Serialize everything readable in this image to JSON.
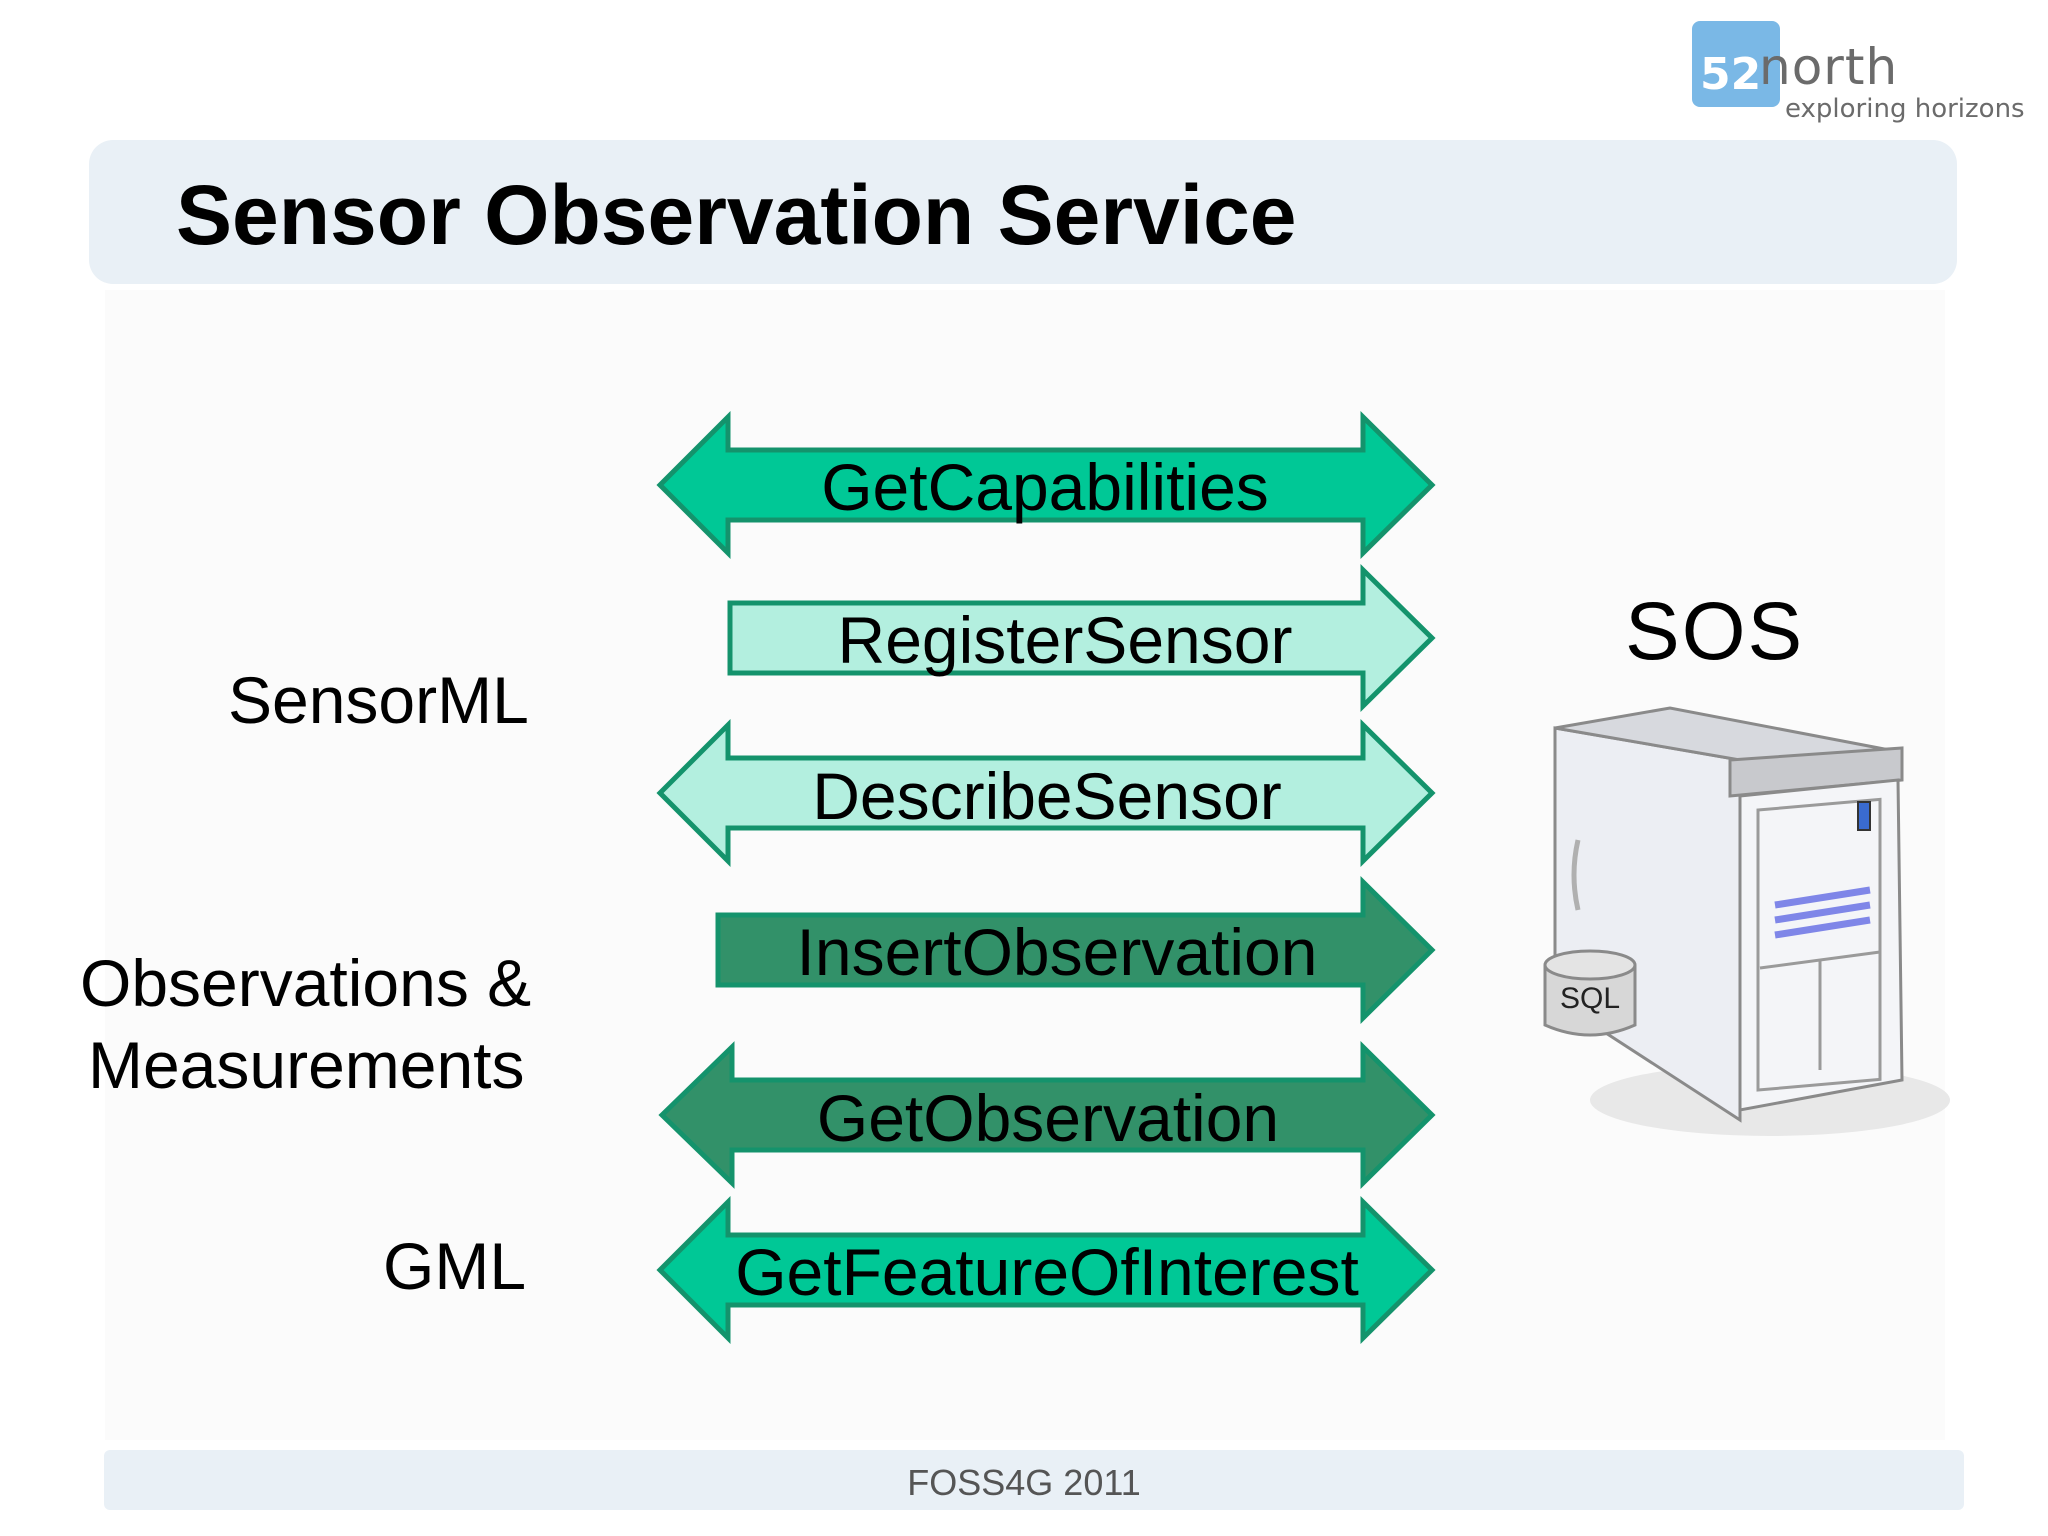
{
  "slide": {
    "title": "Sensor Observation Service",
    "footer": "FOSS4G 2011"
  },
  "logo": {
    "number": "52",
    "name": "north",
    "tagline": "exploring horizons",
    "box_color": "#7ab8e6"
  },
  "labels": {
    "sensorml": "SensorML",
    "om_line1": "Observations &",
    "om_line2": "Measurements",
    "gml": "GML"
  },
  "operations": [
    {
      "label": "GetCapabilities",
      "direction": "both",
      "fill": "#00c896"
    },
    {
      "label": "RegisterSensor",
      "direction": "right",
      "fill": "#b3efdf"
    },
    {
      "label": "DescribeSensor",
      "direction": "both",
      "fill": "#b3efdf"
    },
    {
      "label": "InsertObservation",
      "direction": "right",
      "fill": "#329169"
    },
    {
      "label": "GetObservation",
      "direction": "both",
      "fill": "#329169"
    },
    {
      "label": "GetFeatureOfInterest",
      "direction": "both",
      "fill": "#00c896"
    }
  ],
  "server": {
    "name": "SOS",
    "db_label": "SQL",
    "icon": "server-icon"
  }
}
